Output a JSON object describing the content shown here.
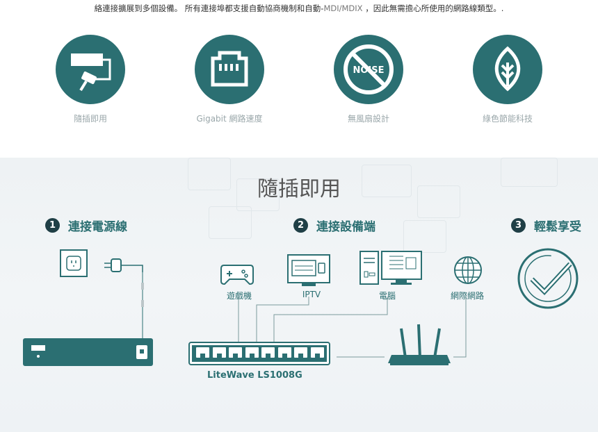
{
  "intro": {
    "text_before": "絡連接擴展到多個設備。 所有連接埠都支援自動協商機制和自動-",
    "text_highlight": "MDI/MDIX",
    "text_after": " ，因此無需擔心所使用的網路線類型。."
  },
  "features": [
    {
      "label": "隨插即用",
      "icon": "plug-icon"
    },
    {
      "label": "Gigabit 網路速度",
      "icon": "ethernet-port-icon"
    },
    {
      "label": "無風扇設計",
      "icon": "no-noise-icon",
      "icon_text": "NOISE"
    },
    {
      "label": "綠色節能科技",
      "icon": "leaf-icon"
    }
  ],
  "panel": {
    "title": "隨插即用",
    "steps": [
      {
        "num": "1",
        "label": "連接電源線"
      },
      {
        "num": "2",
        "label": "連接設備端"
      },
      {
        "num": "3",
        "label": "輕鬆享受"
      }
    ],
    "devices": {
      "game": "遊戲機",
      "iptv": "IPTV",
      "pc": "電腦",
      "internet": "網際網路"
    },
    "model": "LiteWave LS1008G"
  },
  "colors": {
    "teal": "#2b6f72",
    "dark_teal": "#1f3f46",
    "label_gray": "#9aa7aa"
  }
}
